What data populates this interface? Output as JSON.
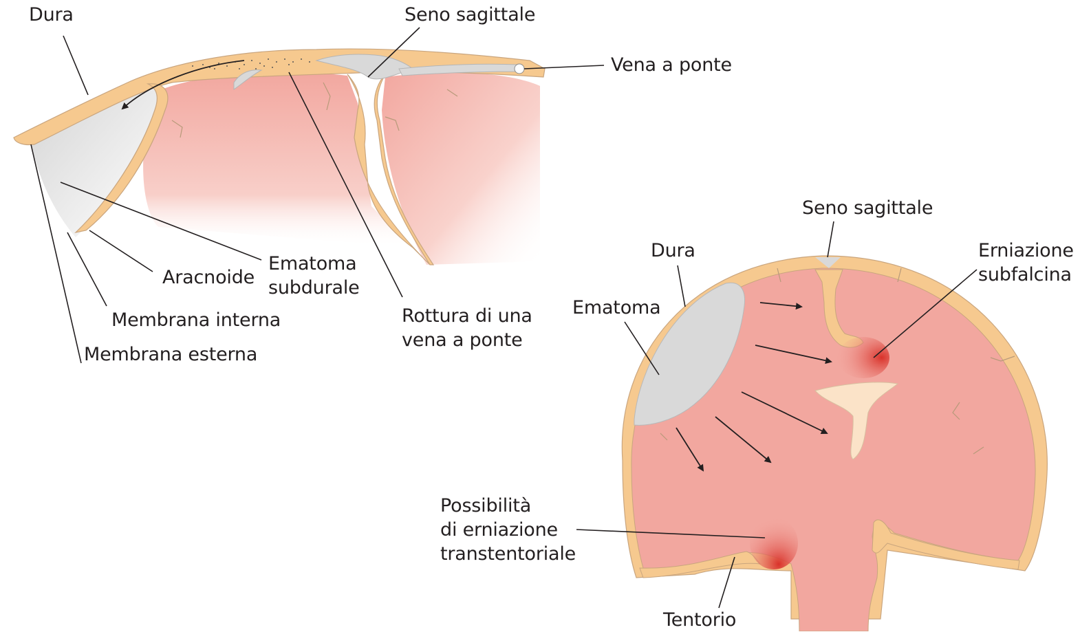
{
  "colors": {
    "dura": "#f6c98f",
    "dura_stroke": "#c9a57e",
    "brain": "#f2a79f",
    "hematoma": "#d9d9d9",
    "ventricle": "#fbe3c8",
    "herniation": "#d9322a"
  },
  "top_diagram": {
    "labels": {
      "dura": "Dura",
      "seno_sagittale": "Seno sagittale",
      "vena_a_ponte": "Vena a ponte",
      "aracnoide": "Aracnoide",
      "ematoma_subdurale": "Ematoma\nsubdurale",
      "rottura": "Rottura di una\nvena a ponte",
      "membrana_interna": "Membrana interna",
      "membrana_esterna": "Membrana esterna"
    }
  },
  "bottom_diagram": {
    "labels": {
      "seno_sagittale": "Seno sagittale",
      "dura": "Dura",
      "erniazione_subfalcina": "Erniazione\nsubfalcina",
      "ematoma": "Ematoma",
      "possibilita": "Possibilità\ndi erniazione\ntranstentoriale",
      "tentorio": "Tentorio"
    }
  }
}
